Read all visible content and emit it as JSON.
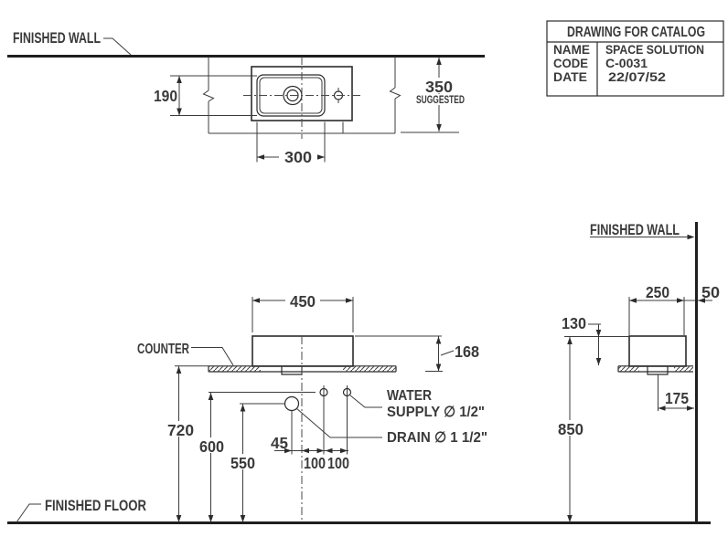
{
  "title_block": {
    "header": "DRAWING FOR CATALOG",
    "rows": [
      {
        "label": "NAME",
        "value": "SPACE SOLUTION"
      },
      {
        "label": "CODE",
        "value": "C-0031"
      },
      {
        "label": "DATE",
        "value": "22/07/52"
      }
    ]
  },
  "labels": {
    "finished_wall_top": "FINISHED WALL",
    "finished_wall_right": "FINISHED WALL",
    "finished_floor": "FINISHED FLOOR",
    "counter": "COUNTER",
    "water_line1": "WATER",
    "water_line2": "SUPPLY ∅ 1/2\"",
    "drain": "DRAIN ∅ 1 1/2\"",
    "suggested": "SUGGESTED"
  },
  "dims": {
    "top_view": {
      "bowl_depth": "190",
      "bowl_width": "300",
      "counter_depth": "350"
    },
    "front_view": {
      "basin_width": "450",
      "basin_height": "168",
      "counter_height": "720",
      "supply_height": "600",
      "drain_height": "550",
      "drain_offset": "45",
      "spacing_a": "100",
      "spacing_b": "100"
    },
    "side_view": {
      "basin_depth": "250",
      "wall_gap": "50",
      "above_counter": "130",
      "rim_height": "850",
      "drain_to_wall": "175"
    }
  }
}
